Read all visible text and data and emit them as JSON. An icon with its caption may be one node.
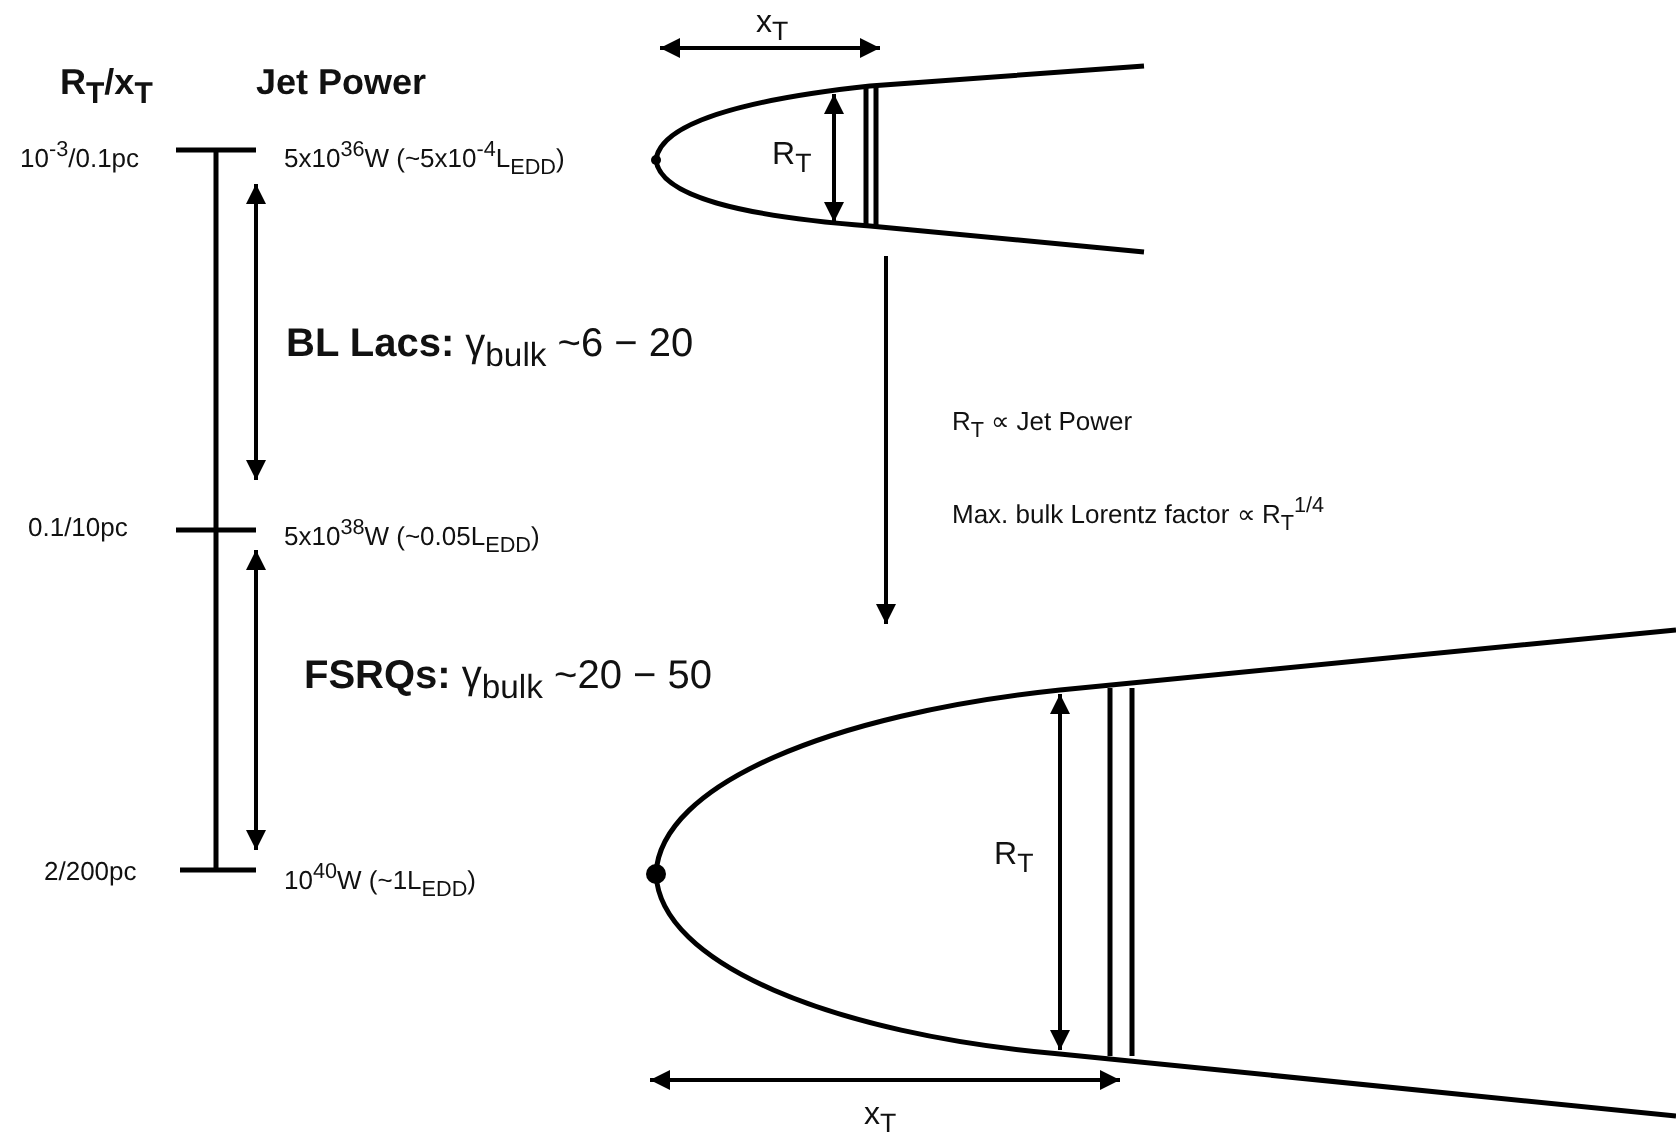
{
  "diagram": {
    "nodes": [
      {
        "text": [],
        "shape": "picture"
      },
      {
        "text": [],
        "shape": "picture"
      }
    ],
    "edges": [
      {
        "from": 0,
        "to": 1,
        "arrow": "to"
      }
    ],
    "labels": [
      "x$_{T}$",
      "R$_{T}$/x$_{T}$",
      "Jet Power",
      "10$^{-3}$/0.1pc",
      "5x10$^{36}$W (~5x10$^{-4}$L$_{EDD}$)",
      "R$_{T}$",
      "**BL Lacs:** γ$_{bulk}$ ~6 − 20",
      "R$_{T}$ ∝ Jet Power",
      "Max. bulk Lorentz factor ∝ R$_{T}$$^{1/4}$",
      "0.1/10pc",
      "5x10$^{38}$W  (~0.05L$_{EDD}$)",
      "**FSRQs:** γ$_{bulk}$ ~20 − 50",
      "R$_{T}$",
      "2/200pc",
      "10$^{40}$W (~1L$_{EDD}$)",
      "x$_{T}$"
    ]
  }
}
